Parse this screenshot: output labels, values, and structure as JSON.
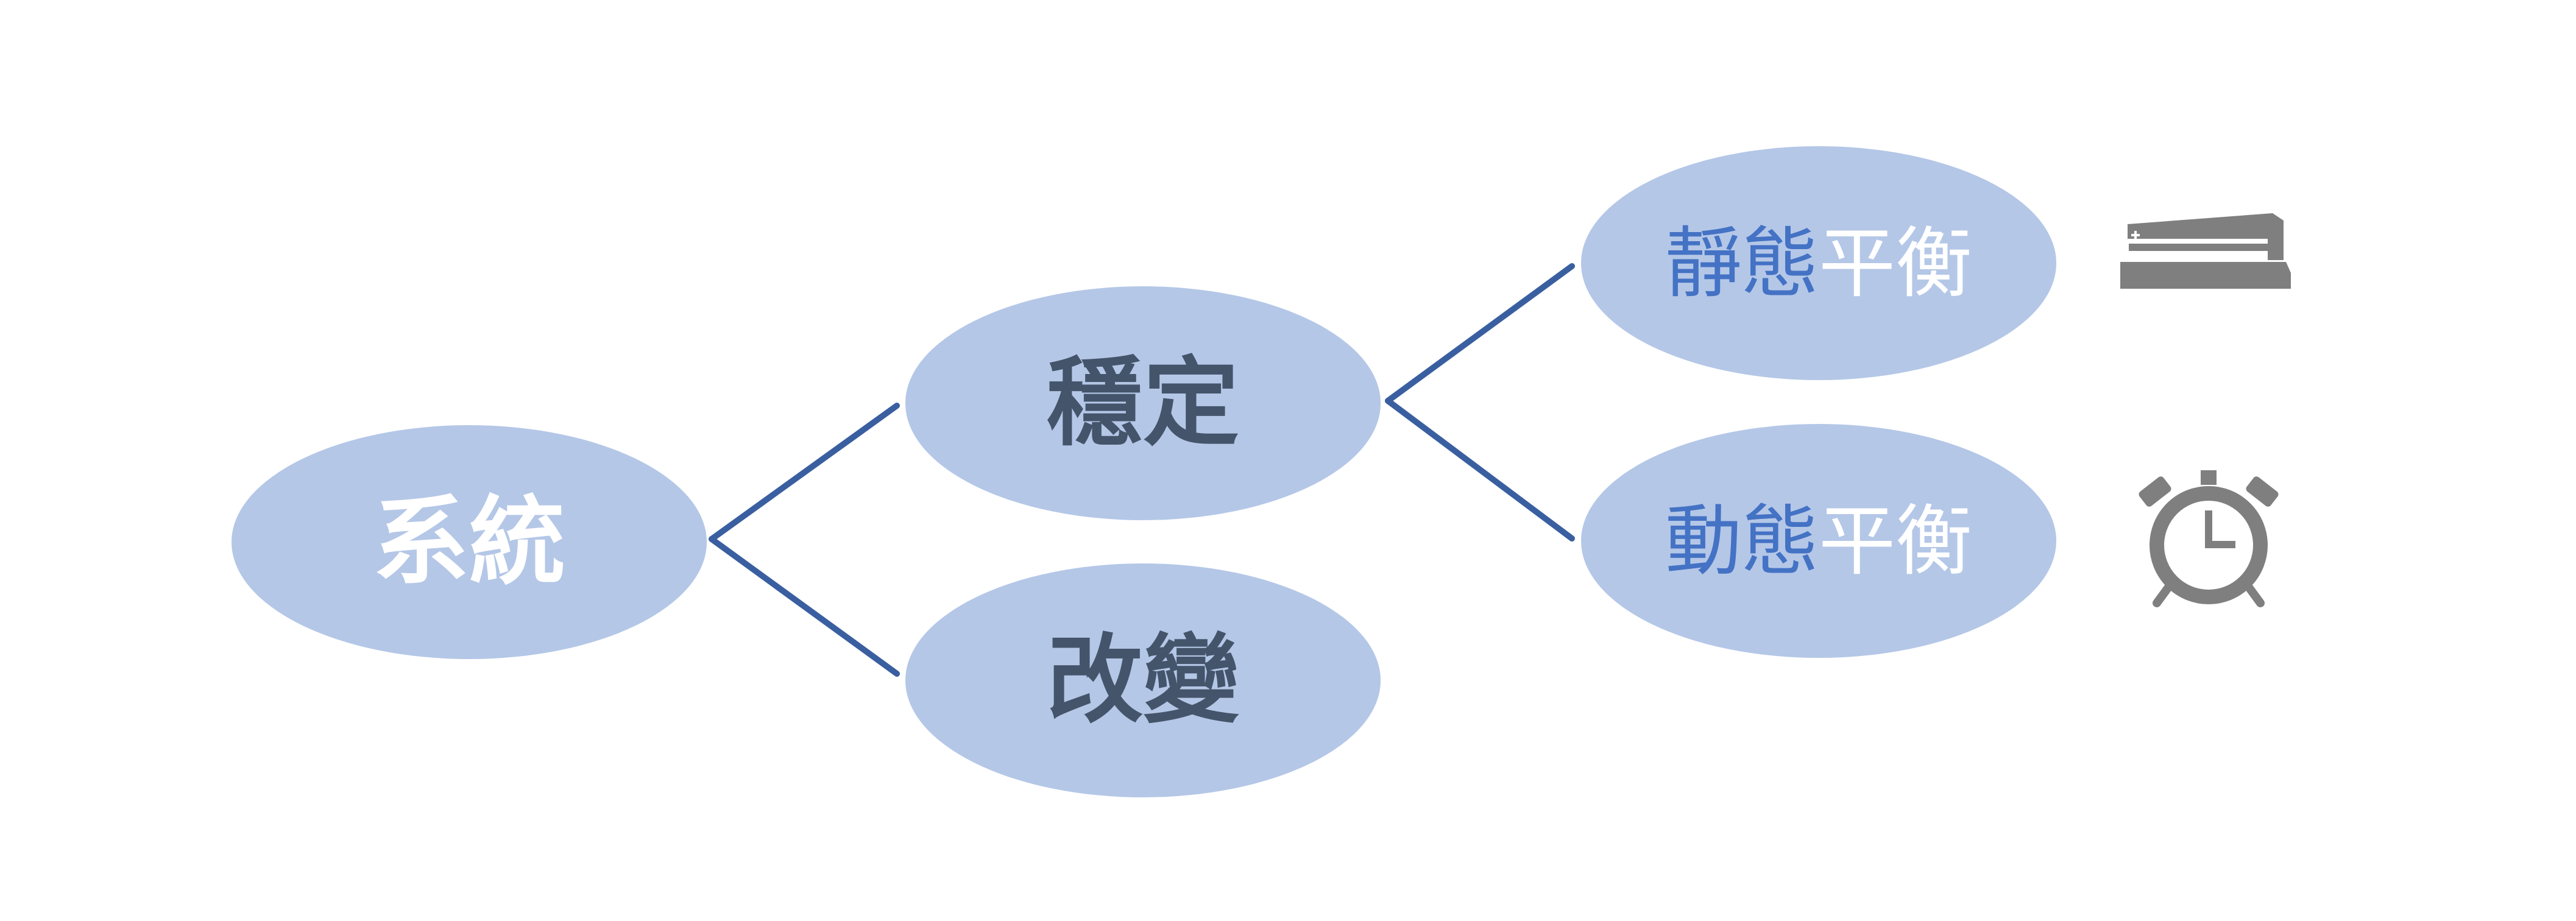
{
  "colors": {
    "ellipse_fill": "#b4c7e7",
    "connector": "#3a5fa0",
    "root_text": "#ffffff",
    "middle_text": "#44546a",
    "leaf_text_primary": "#4472c4",
    "leaf_text_secondary": "#ffffff",
    "icon": "#7f7f7f"
  },
  "tree": {
    "root": {
      "label": "系統"
    },
    "stable": {
      "label": "穩定"
    },
    "change": {
      "label": "改變"
    },
    "static_eq": {
      "label_part1": "靜態",
      "label_part2": "平衡",
      "icon": "stapler-icon"
    },
    "dynamic_eq": {
      "label_part1": "動態",
      "label_part2": "平衡",
      "icon": "alarm-clock-icon"
    }
  }
}
